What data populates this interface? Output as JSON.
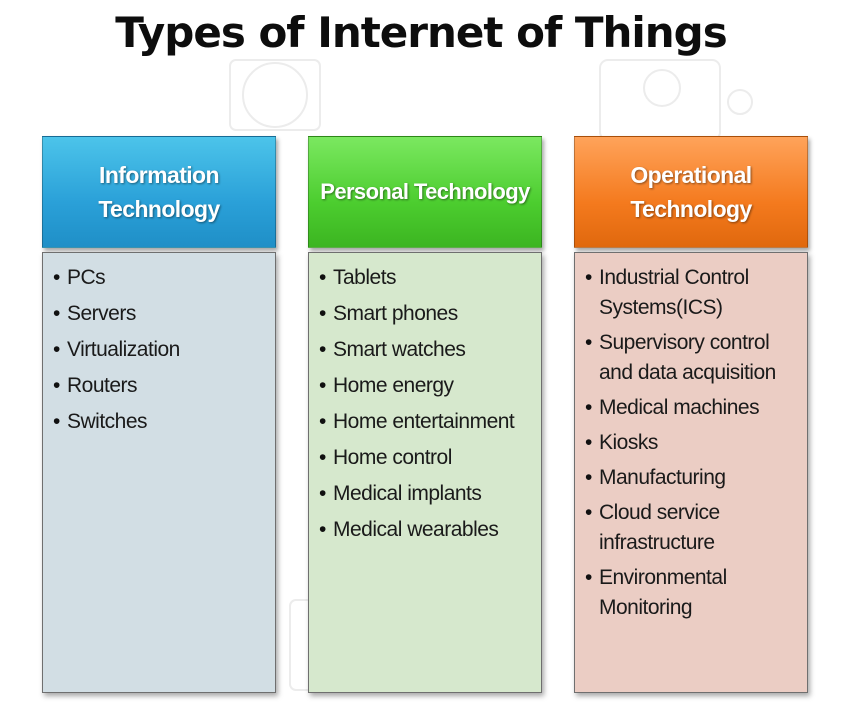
{
  "title": "Types of Internet of Things",
  "columns": [
    {
      "heading_lines": [
        "Information",
        "Technology"
      ],
      "color": "#2aa0d8",
      "items": [
        "PCs",
        "Servers",
        "Virtualization",
        "Routers",
        "Switches"
      ]
    },
    {
      "heading_lines": [
        "Personal Technology"
      ],
      "color": "#4ccd2f",
      "items": [
        "Tablets",
        "Smart phones",
        "Smart watches",
        "Home energy",
        "Home entertainment",
        "Home control",
        "Medical implants",
        "Medical wearables"
      ]
    },
    {
      "heading_lines": [
        "Operational",
        "Technology"
      ],
      "color": "#f47a1e",
      "items": [
        "Industrial Control Systems(ICS)",
        "Supervisory control and data acquisition",
        "Medical machines",
        "Kiosks",
        "Manufacturing",
        "Cloud service infrastructure",
        "Environmental Monitoring"
      ]
    }
  ]
}
